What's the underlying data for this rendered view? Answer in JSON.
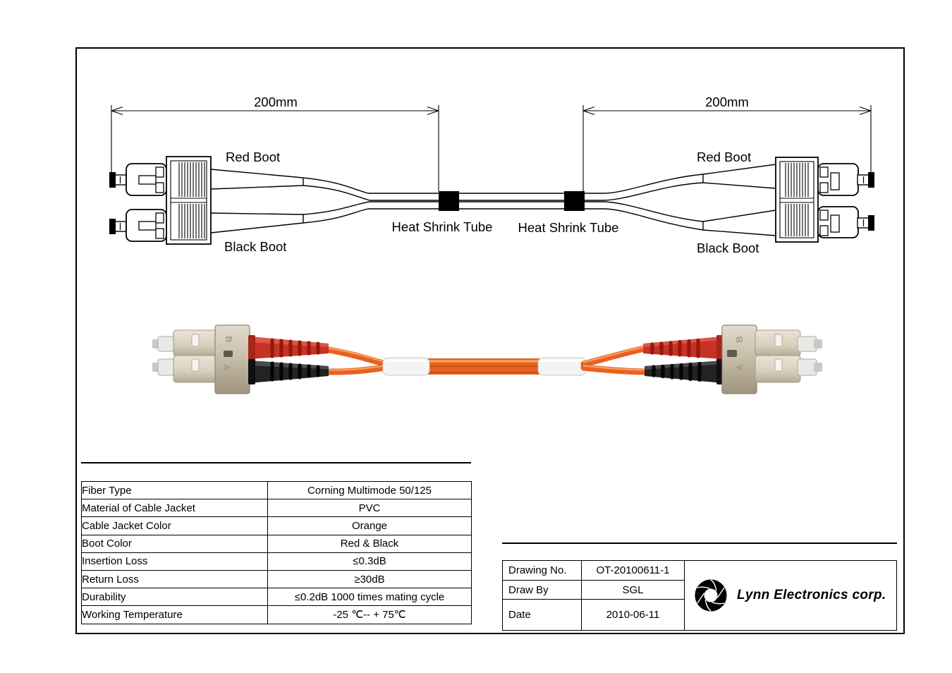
{
  "sheet": {
    "background": "#ffffff",
    "border_color": "#000000"
  },
  "drawing": {
    "dimensions": {
      "left_label": "200mm",
      "right_label": "200mm"
    },
    "labels": {
      "red_boot_left": "Red Boot",
      "black_boot_left": "Black Boot",
      "heat_shrink_left": "Heat Shrink Tube",
      "heat_shrink_right": "Heat Shrink Tube",
      "red_boot_right": "Red Boot",
      "black_boot_right": "Black Boot"
    }
  },
  "photo": {
    "housing_letters": {
      "left_top": "B",
      "left_bottom": "A",
      "right_top": "B",
      "right_bottom": "A"
    },
    "colors": {
      "jacket_orange": "#e8611f",
      "jacket_orange_dark": "#cc4e0d",
      "boot_red": "#c63326",
      "boot_black": "#232323",
      "connector_beige": "#c9c0ab",
      "plug_cream": "#dad3c1",
      "latch_white": "#e9e9e7",
      "heat_shrink_white": "#f4f4f2"
    }
  },
  "spec_table": {
    "rows": [
      {
        "label": "Fiber Type",
        "value": "Corning Multimode 50/125"
      },
      {
        "label": "Material of Cable Jacket",
        "value": "PVC"
      },
      {
        "label": "Cable Jacket Color",
        "value": "Orange"
      },
      {
        "label": "Boot Color",
        "value": "Red & Black"
      },
      {
        "label": "Insertion Loss",
        "value": "≤0.3dB"
      },
      {
        "label": "Return Loss",
        "value": "≥30dB"
      },
      {
        "label": "Durability",
        "value": "≤0.2dB 1000 times mating cycle"
      },
      {
        "label": "Working Temperature",
        "value": "-25 ℃-- + 75℃"
      }
    ]
  },
  "title_block": {
    "rows": [
      {
        "label": "Drawing No.",
        "value": "OT-20100611-1"
      },
      {
        "label": "Draw By",
        "value": "SGL"
      },
      {
        "label": "Date",
        "value": "2010-06-11"
      }
    ],
    "company": "Lynn Electronics corp."
  }
}
